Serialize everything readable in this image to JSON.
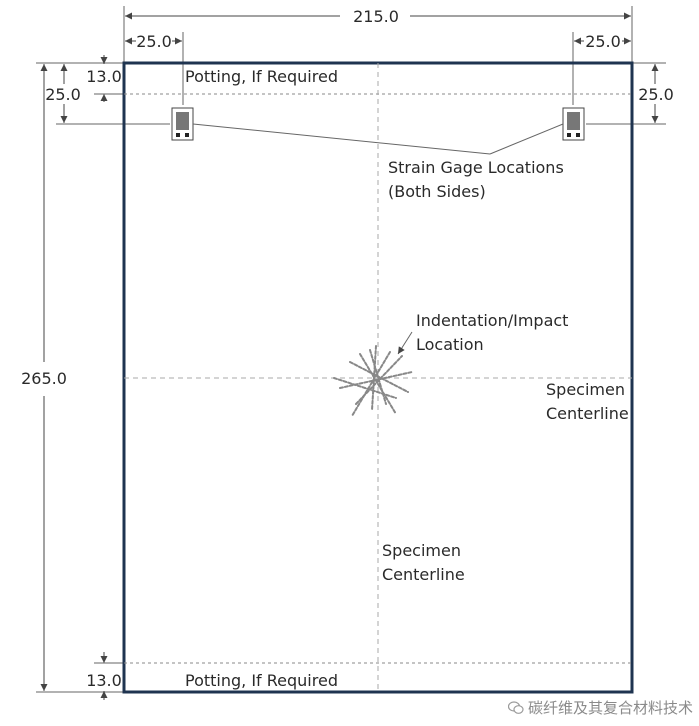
{
  "dimensions": {
    "overall_width": "215.0",
    "left_gage_offset": "25.0",
    "right_gage_offset": "25.0",
    "top_potting": "13.0",
    "left_gage_from_top": "25.0",
    "right_gage_from_top": "25.0",
    "overall_height": "265.0",
    "bottom_potting": "13.0"
  },
  "labels": {
    "potting_top": "Potting, If Required",
    "potting_bottom": "Potting, If Required",
    "strain_gage_line1": "Strain Gage Locations",
    "strain_gage_line2": "(Both Sides)",
    "impact_line1": "Indentation/Impact",
    "impact_line2": "Location",
    "centerline_h_line1": "Specimen",
    "centerline_h_line2": "Centerline",
    "centerline_v_line1": "Specimen",
    "centerline_v_line2": "Centerline"
  },
  "watermark": {
    "text": "碳纤维及其复合材料技术",
    "icon": "wechat-icon"
  },
  "colors": {
    "specimen_border": "#1f3450",
    "lines": "#555555",
    "text": "#2a2a2a"
  }
}
